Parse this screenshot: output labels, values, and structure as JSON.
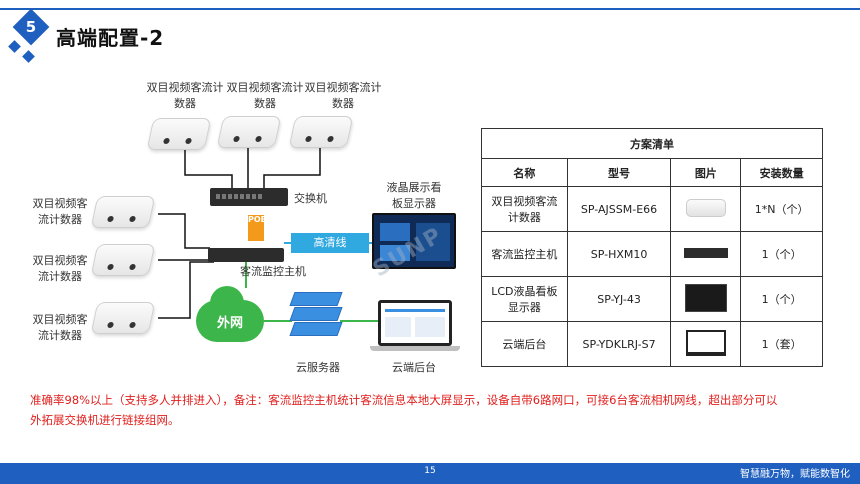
{
  "header": {
    "badge": "5",
    "title": "高端配置-2",
    "accent_color": "#1f5fbf"
  },
  "diagram": {
    "top_camera_label": "双目视频客流计数器",
    "side_camera_label": "双目视频客流计数器",
    "switch_label": "交换机",
    "poe_label": "POE",
    "host_label": "客流监控主机",
    "hd_link_label": "高清线",
    "display_label": "液晶展示看板显示器",
    "internet_label": "外网",
    "cloud_server_label": "云服务器",
    "cloud_backend_label": "云端后台",
    "watermark": "SUNP"
  },
  "table": {
    "title": "方案清单",
    "headers": [
      "名称",
      "型号",
      "图片",
      "安装数量"
    ],
    "rows": [
      {
        "name": "双目视频客流计数器",
        "model": "SP-AJSSM-E66",
        "image": "camera-icon",
        "qty": "1*N（个）"
      },
      {
        "name": "客流监控主机",
        "model": "SP-HXM10",
        "image": "host-icon",
        "qty": "1（个）"
      },
      {
        "name": "LCD液晶看板显示器",
        "model": "SP-YJ-43",
        "image": "lcd-icon",
        "qty": "1（个）"
      },
      {
        "name": "云端后台",
        "model": "SP-YDKLRJ-S7",
        "image": "laptop-icon",
        "qty": "1（套）"
      }
    ]
  },
  "note": "准确率98%以上（支持多人并排进入），备注：客流监控主机统计客流信息本地大屏显示，设备自带6路网口，可接6台客流相机网线，超出部分可以外拓展交换机进行链接组网。",
  "footer": {
    "page": "15",
    "slogan": "智慧融万物，赋能数智化"
  }
}
